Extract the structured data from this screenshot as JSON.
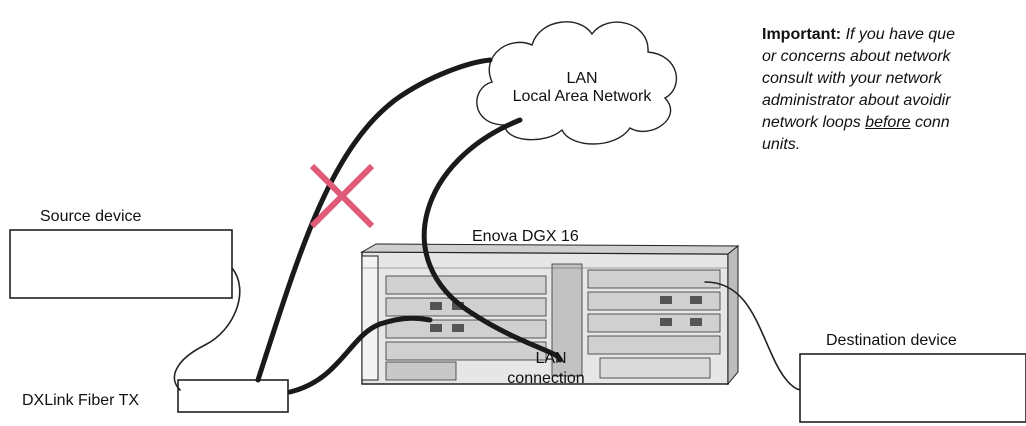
{
  "cloud": {
    "line1": "LAN",
    "line2": "Local Area Network"
  },
  "note": {
    "lead": "Important:",
    "line1_rest": "If you have que",
    "line2": "or concerns about network",
    "line3": "consult with your network",
    "line4": "administrator about avoidir",
    "line5_before": "network loops",
    "line5_underlined": "before",
    "line5_after": "conn",
    "line6": "units."
  },
  "devices": {
    "source_label": "Source device",
    "switch_label": "Enova DGX 16",
    "tx_label": "DXLink Fiber TX",
    "lan_connection_line1": "LAN",
    "lan_connection_line2": "connection",
    "destination_label": "Destination device"
  },
  "colors": {
    "cable": "#1a1a1a",
    "x_mark": "#e05a7a",
    "outline": "#222222",
    "chassis_face": "#d9d9d9"
  }
}
